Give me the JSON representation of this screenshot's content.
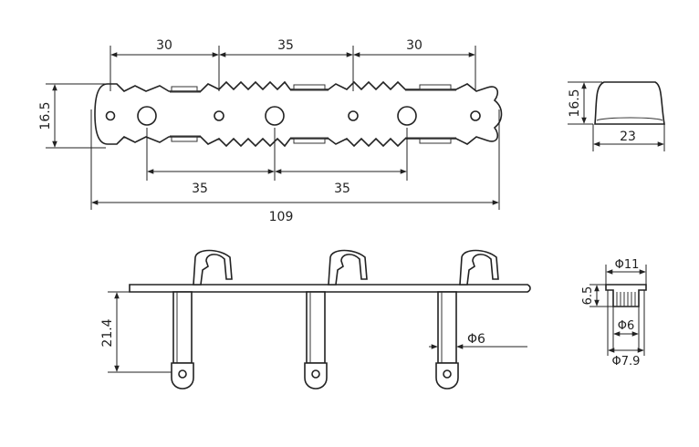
{
  "drawing": {
    "top_view": {
      "dim_top_left": "30",
      "dim_top_mid": "35",
      "dim_top_right": "30",
      "dim_height": "16.5",
      "dim_bottom_left": "35",
      "dim_bottom_right": "35",
      "dim_total": "109"
    },
    "button_view": {
      "dim_height": "16.5",
      "dim_width": "23"
    },
    "side_view": {
      "dim_post_length": "21.4",
      "dim_post_diameter": "Φ6"
    },
    "bushing_view": {
      "dim_outer": "Φ11",
      "dim_height": "6.5",
      "dim_inner": "Φ6",
      "dim_flange": "Φ7.9"
    }
  }
}
